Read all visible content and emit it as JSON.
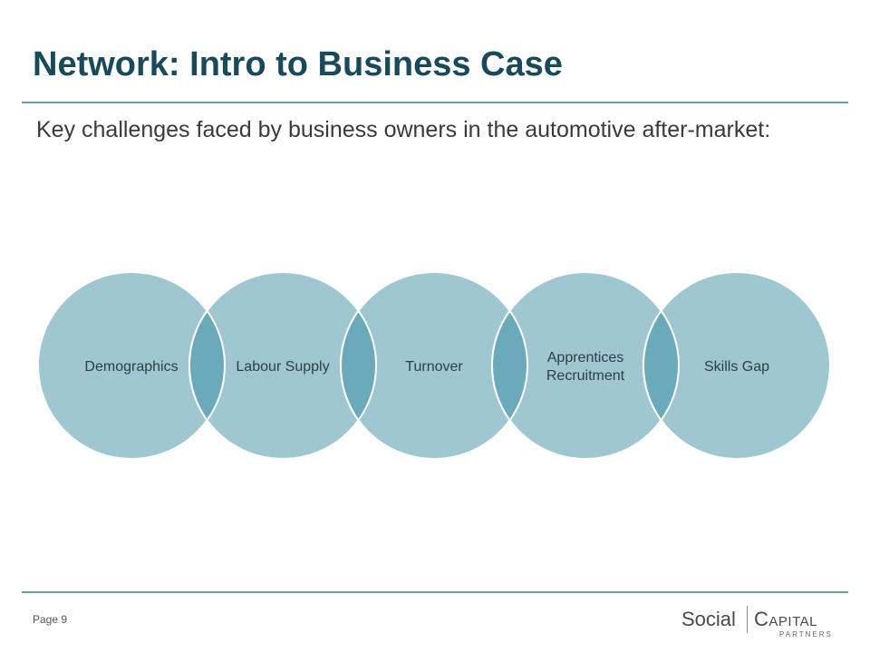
{
  "slide": {
    "title": "Network: Intro to Business Case",
    "subtitle": "Key challenges faced by business owners in the automotive after-market:",
    "page_label": "Page 9"
  },
  "diagram": {
    "circle_color": "#9fc7d1",
    "overlap_color": "#6aaabb",
    "items": [
      {
        "lines": [
          "Demographics"
        ]
      },
      {
        "lines": [
          "Labour Supply"
        ]
      },
      {
        "lines": [
          "Turnover"
        ]
      },
      {
        "lines": [
          "Apprentices",
          "Recruitment"
        ]
      },
      {
        "lines": [
          "Skills Gap"
        ]
      }
    ]
  },
  "logo": {
    "word1": "Social",
    "word2": "Capital",
    "tagline": "PARTNERS"
  },
  "colors": {
    "title": "#184a5c",
    "rule": "#6f9aa8"
  }
}
